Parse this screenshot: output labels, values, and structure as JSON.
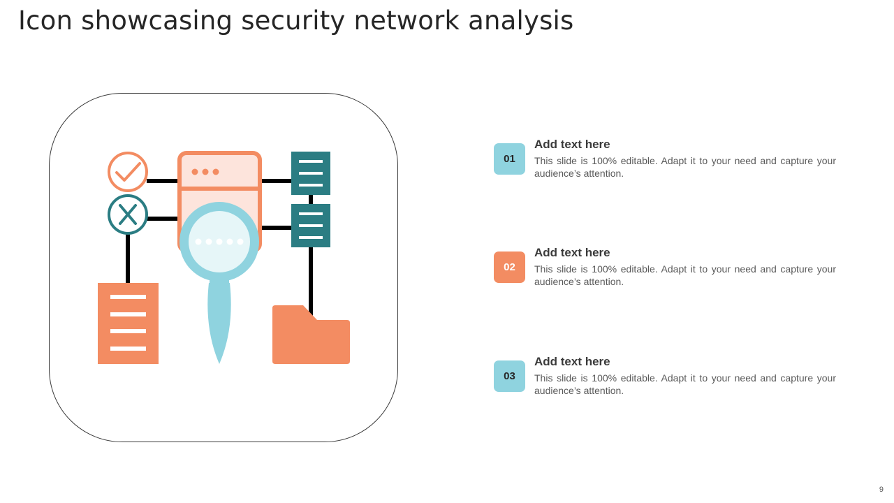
{
  "slide": {
    "title": "Icon showcasing security network analysis",
    "page_number": "9"
  },
  "colors": {
    "teal": "#2b7d83",
    "light_blue": "#8fd3df",
    "orange": "#f38c62",
    "peach": "#fde4dc",
    "dark_text": "#262626"
  },
  "illustration": {
    "icons": [
      "check-icon",
      "cross-icon",
      "server-window-icon",
      "magnifier-icon",
      "document-icon",
      "folder-icon"
    ]
  },
  "items": [
    {
      "number": "01",
      "heading": "Add text here",
      "text": "This slide is 100% editable. Adapt it to your need and capture your audience’s attention.",
      "badge_color": "#8fd3df"
    },
    {
      "number": "02",
      "heading": "Add text here",
      "text": "This slide is 100% editable. Adapt it to your need and capture your audience’s attention.",
      "badge_color": "#f38c62"
    },
    {
      "number": "03",
      "heading": "Add text here",
      "text": "This slide is 100% editable. Adapt it to your need and capture your audience’s attention.",
      "badge_color": "#8fd3df"
    }
  ]
}
